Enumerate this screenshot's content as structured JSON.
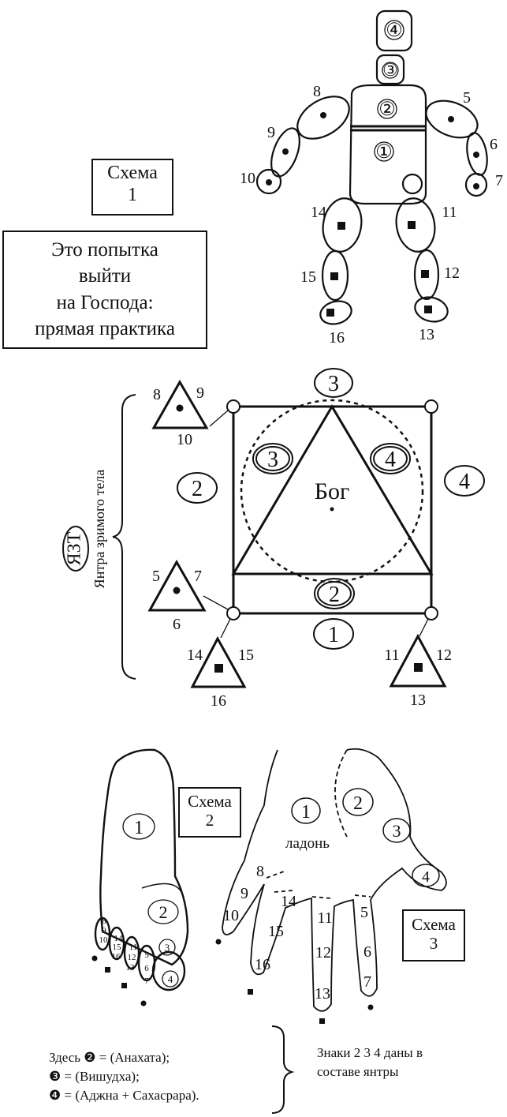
{
  "boxes": {
    "scheme1": [
      "Схема",
      "1"
    ],
    "attempt": [
      "Это попытка",
      "выйти",
      "на Господа:",
      "прямая практика"
    ],
    "scheme2": [
      "Схема",
      "2"
    ],
    "scheme3": [
      "Схема",
      "3"
    ]
  },
  "body_figure": {
    "labels": [
      "④",
      "③",
      "②",
      "①",
      "5",
      "6",
      "7",
      "8",
      "9",
      "10",
      "11",
      "12",
      "13",
      "14",
      "15",
      "16"
    ]
  },
  "yantra": {
    "center_label": "Бог",
    "side_label": "ЯЗТ",
    "vertical_caption": "Янтра зримого тела",
    "numbers": [
      "1",
      "2",
      "3",
      "4"
    ],
    "double_circled": [
      "2",
      "3",
      "4"
    ],
    "triangle_labels": [
      "8",
      "9",
      "10",
      "5",
      "7",
      "6",
      "14",
      "15",
      "16",
      "11",
      "12",
      "13"
    ]
  },
  "foot": {
    "labels": [
      "1",
      "2",
      "3",
      "4",
      "8",
      "9",
      "10",
      "14",
      "15",
      "16",
      "11",
      "12",
      "13",
      "5",
      "6",
      "7"
    ]
  },
  "hand": {
    "palm_label": "ладонь",
    "labels": [
      "1",
      "2",
      "3",
      "4",
      "8",
      "9",
      "10",
      "14",
      "15",
      "16",
      "11",
      "12",
      "13",
      "5",
      "6",
      "7"
    ]
  },
  "legend": {
    "line1": "Здесь ❷ = (Анахата);",
    "line2": "❸ = (Вишудха);",
    "line3": "❹ = (Аджна + Сахасрара).",
    "side_note_line1": "Знаки 2 3 4 даны в",
    "side_note_line2": "составе янтры"
  }
}
